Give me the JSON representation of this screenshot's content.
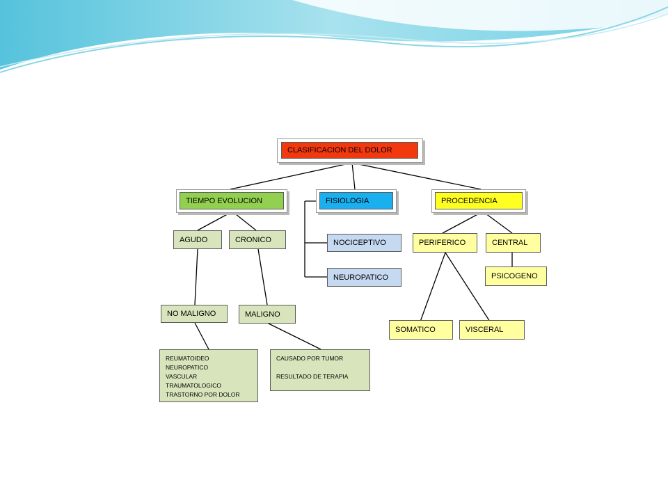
{
  "root": {
    "label": "CLASIFICACION DEL DOLOR"
  },
  "categories": {
    "tiempo": "TIEMPO EVOLUCION",
    "fisiologia": "FISIOLOGIA",
    "procedencia": "PROCEDENCIA"
  },
  "tiempo": {
    "agudo": "AGUDO",
    "cronico": "CRONICO",
    "no_maligno": "NO MALIGNO",
    "maligno": "MALIGNO",
    "no_maligno_items": [
      "REUMATOIDEO",
      "NEUROPATICO",
      "VASCULAR",
      "TRAUMATOLOGICO",
      "TRASTORNO POR DOLOR"
    ],
    "maligno_items": [
      "CAUSADO POR TUMOR",
      "",
      "RESULTADO DE TERAPIA"
    ]
  },
  "fisiologia": {
    "nociceptivo": "NOCICEPTIVO",
    "neuropatico": "NEUROPATICO"
  },
  "procedencia": {
    "periferico": "PERIFERICO",
    "central": "CENTRAL",
    "psicogeno": "PSICOGENO",
    "somatico": "SOMATICO",
    "visceral": "VISCERAL"
  },
  "colors": {
    "root": "#f2380f",
    "tiempo": "#92d050",
    "fisiologia": "#1ab0ef",
    "procedencia": "#ffff22",
    "wave_accent": "#5ec8e0"
  }
}
